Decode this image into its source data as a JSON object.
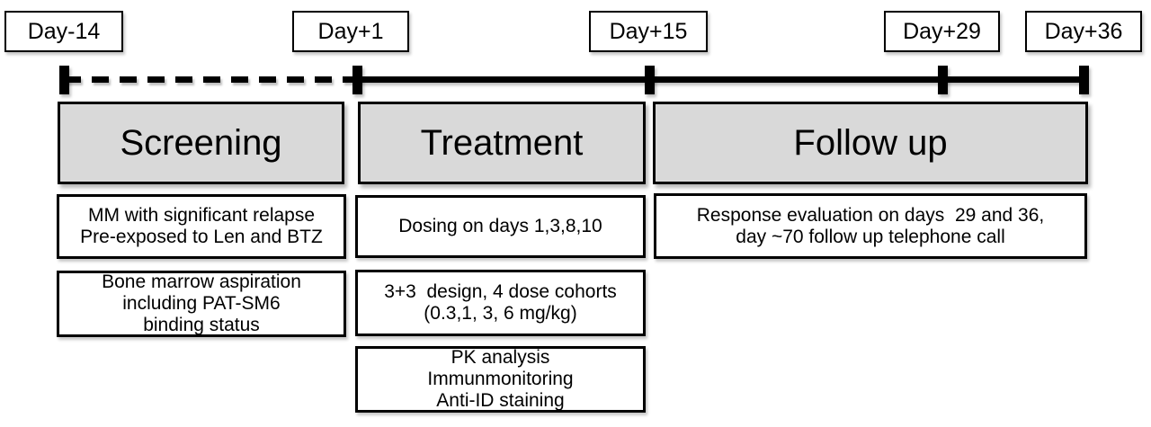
{
  "colors": {
    "phase_fill": "#d9d9d9",
    "box_fill": "#ffffff",
    "line": "#000000"
  },
  "timeline": {
    "day_labels": [
      {
        "label": "Day-14"
      },
      {
        "label": "Day+1"
      },
      {
        "label": "Day+15"
      },
      {
        "label": "Day+29"
      },
      {
        "label": "Day+36"
      }
    ],
    "segments": [
      {
        "style": "dashed",
        "from": "Day-14",
        "to": "Day+1"
      },
      {
        "style": "solid",
        "from": "Day+1",
        "to": "Day+36"
      }
    ]
  },
  "phases": [
    {
      "title": "Screening",
      "boxes": [
        {
          "lines": [
            "MM with significant relapse",
            "Pre-exposed to Len and BTZ"
          ]
        },
        {
          "lines": [
            "Bone marrow aspiration",
            "including PAT-SM6",
            "binding status"
          ]
        }
      ]
    },
    {
      "title": "Treatment",
      "boxes": [
        {
          "lines": [
            "Dosing on days 1,3,8,10"
          ]
        },
        {
          "lines": [
            "3+3  design, 4 dose cohorts",
            "(0.3,1, 3, 6 mg/kg)"
          ]
        },
        {
          "lines": [
            "PK analysis",
            "Immunmonitoring",
            "Anti-ID staining"
          ]
        }
      ]
    },
    {
      "title": "Follow up",
      "boxes": [
        {
          "lines": [
            "Response evaluation on days  29 and 36,",
            "day ~70 follow up telephone call"
          ]
        }
      ]
    }
  ]
}
